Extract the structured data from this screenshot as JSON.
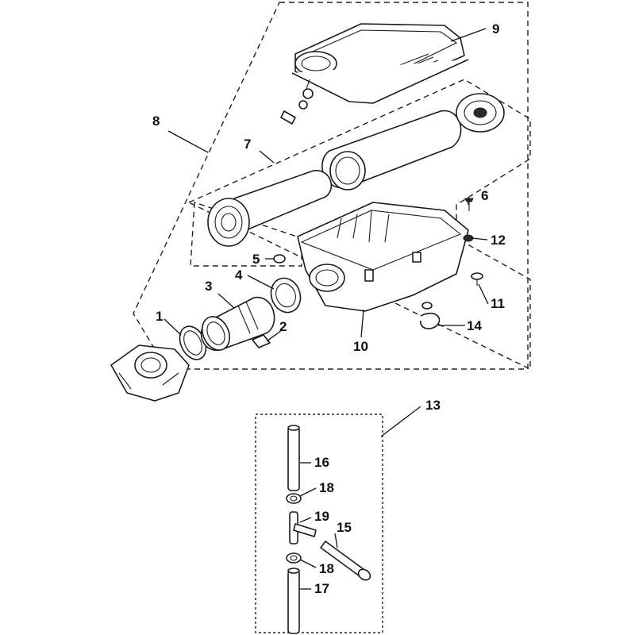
{
  "callouts": {
    "c1": "1",
    "c2": "2",
    "c3": "3",
    "c4": "4",
    "c5": "5",
    "c6": "6",
    "c7": "7",
    "c8": "8",
    "c9": "9",
    "c10": "10",
    "c11": "11",
    "c12": "12",
    "c13": "13",
    "c14": "14",
    "c15": "15",
    "c16": "16",
    "c17": "17",
    "c18a": "18",
    "c18b": "18",
    "c19": "19"
  }
}
